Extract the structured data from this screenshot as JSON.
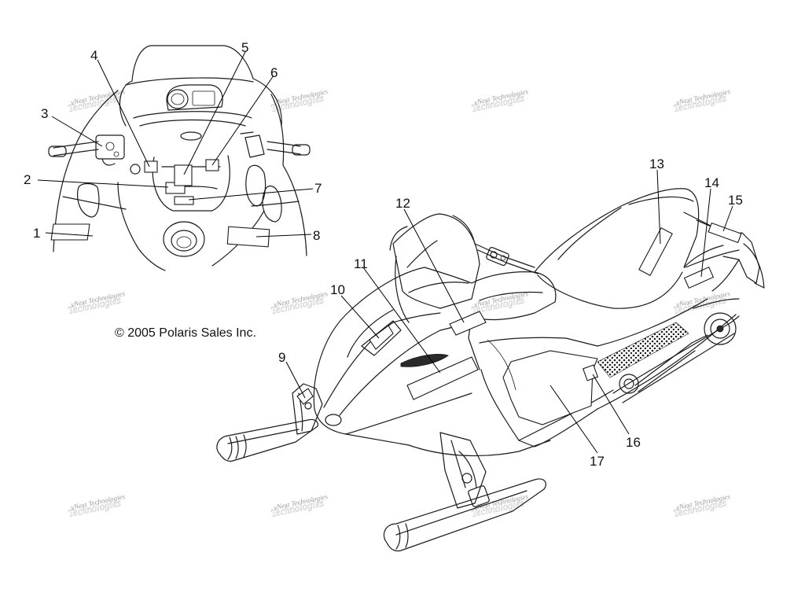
{
  "diagram": {
    "copyright": "© 2005 Polaris Sales Inc.",
    "watermark": {
      "line1": "vNext Technologies",
      "line2": "Technologies"
    },
    "callouts": [
      "1",
      "2",
      "3",
      "4",
      "5",
      "6",
      "7",
      "8",
      "9",
      "10",
      "11",
      "12",
      "13",
      "14",
      "15",
      "16",
      "17"
    ]
  }
}
